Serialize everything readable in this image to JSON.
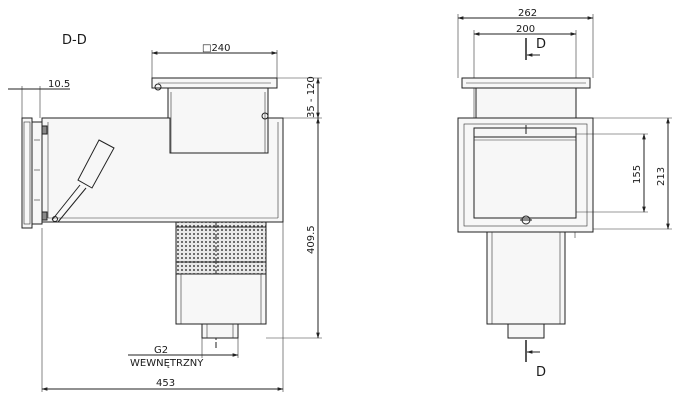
{
  "section_view": {
    "title": "D-D",
    "dims": {
      "top_square": "□240",
      "side_offset": "10.5",
      "height_range": "35 - 120",
      "total_height": "409.5",
      "total_width": "453",
      "thread": "G2",
      "thread_note": "WEWNĘTRZNY"
    }
  },
  "front_view": {
    "dims": {
      "outer_width": "262",
      "inner_width": "200",
      "inner_height": "155",
      "outer_height": "213"
    },
    "section_marker_top": "D",
    "section_marker_bottom": "D"
  },
  "colors": {
    "line": "#222222",
    "background": "#ffffff",
    "mesh": "#555555"
  }
}
